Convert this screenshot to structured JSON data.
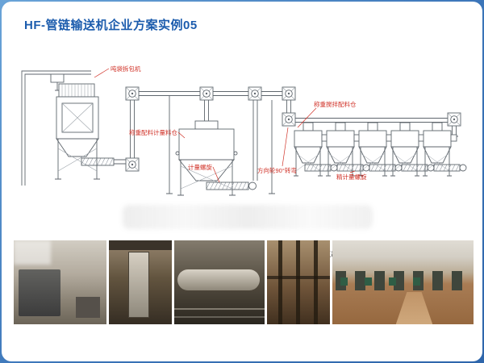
{
  "page": {
    "title": "HF-管链输送机企业方案实例05"
  },
  "diagram": {
    "labels": {
      "bag_breaker": "吨袋拆包机",
      "weigh_batch_silo": "称重配料计量料仓",
      "weigh_mix_silo": "称重搅拌配料仓",
      "metering_screw": "计量螺旋",
      "corner_wheel": "方向轮90°转弯",
      "fine_metering_screw": "精计量螺旋"
    },
    "caption": "吨袋拆包机+多点出料管链输送机+搅拌称重料仓"
  },
  "colors": {
    "accent_blue": "#1c5cad",
    "label_red": "#d03026",
    "line_gray": "#5f666d",
    "frame_blue": "#3a74b8"
  }
}
